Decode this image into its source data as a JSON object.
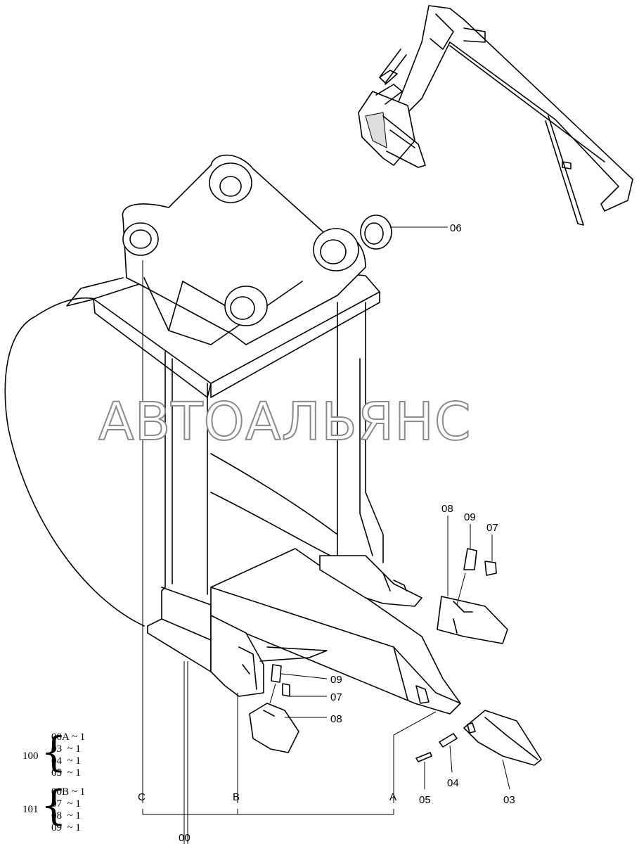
{
  "watermark": "АВТОАЛЬЯНС",
  "callouts": {
    "c06": "06",
    "c08_top": "08",
    "c09_top": "09",
    "c07_top": "07",
    "c09_mid": "09",
    "c07_mid": "07",
    "c08_mid": "08",
    "c05": "05",
    "c04": "04",
    "c03": "03",
    "cA": "A",
    "cB": "B",
    "cC": "C",
    "c00": "00"
  },
  "bom": {
    "kit100": {
      "id": "100",
      "lines": [
        "00A ~ 1",
        "03  ~ 1",
        "04  ~ 1",
        "05  ~ 1"
      ]
    },
    "kit101": {
      "id": "101",
      "lines": [
        "00B ~ 1",
        "07  ~ 1",
        "08  ~ 1",
        "09  ~ 1"
      ]
    }
  }
}
